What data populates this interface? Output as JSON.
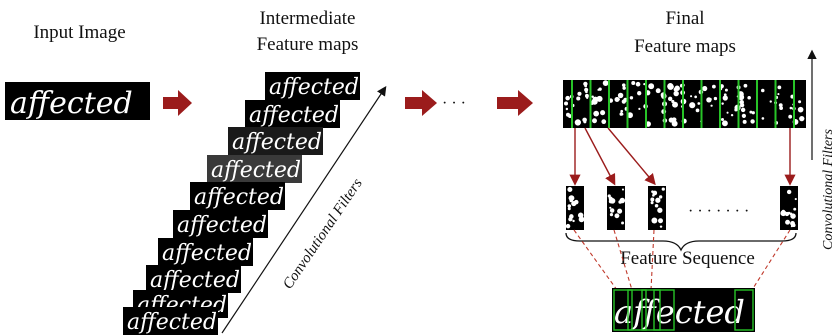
{
  "labels": {
    "input_image": "Input Image",
    "intermediate_line1": "Intermediate",
    "intermediate_line2": "Feature maps",
    "final_line1": "Final",
    "final_line2": "Feature maps",
    "feature_sequence": "Feature Sequence",
    "conv_filters_diag": "Convolutional Filters",
    "conv_filters_vert": "Convolutional Filters",
    "ellipsis_arrow": "· · ·",
    "ellipsis_columns": "· · · · · · ·"
  },
  "word": "affected",
  "colors": {
    "arrow_red": "#9b1c1c",
    "green_line": "#27c427",
    "dashed_red": "#c0392b",
    "background": "#ffffff",
    "map_black": "#000000"
  }
}
